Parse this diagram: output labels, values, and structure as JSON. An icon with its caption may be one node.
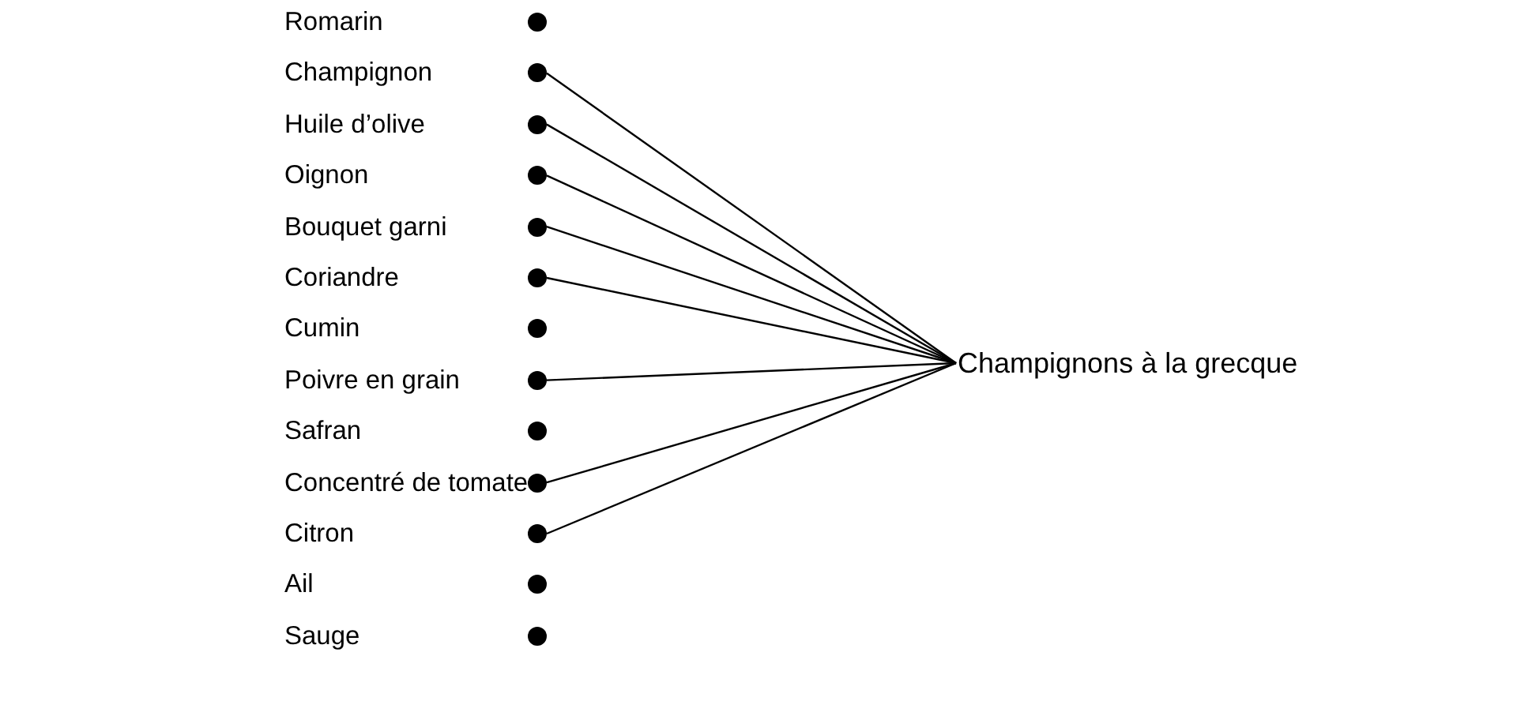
{
  "diagram": {
    "nodes": [
      {
        "text": [],
        "shape": "circle"
      },
      {
        "text": [],
        "shape": "circle"
      },
      {
        "text": [],
        "shape": "circle"
      },
      {
        "text": [],
        "shape": "circle"
      },
      {
        "text": [],
        "shape": "circle"
      },
      {
        "text": [],
        "shape": "circle"
      },
      {
        "text": [],
        "shape": "circle"
      },
      {
        "text": [],
        "shape": "circle"
      },
      {
        "text": [],
        "shape": "circle"
      },
      {
        "text": [],
        "shape": "circle"
      },
      {
        "text": [],
        "shape": "circle"
      },
      {
        "text": [],
        "shape": "circle"
      },
      {
        "text": [],
        "shape": "circle"
      },
      {
        "text": [
          "Champignons à la grecque"
        ]
      }
    ],
    "edges": [
      {
        "from": 1,
        "to": 13,
        "arrow": "none"
      },
      {
        "from": 2,
        "to": 13,
        "arrow": "none"
      },
      {
        "from": 3,
        "to": 13,
        "arrow": "none"
      },
      {
        "from": 4,
        "to": 13,
        "arrow": "none"
      },
      {
        "from": 5,
        "to": 13,
        "arrow": "none"
      },
      {
        "from": 7,
        "to": 13,
        "arrow": "none"
      },
      {
        "from": 9,
        "to": 13,
        "arrow": "none"
      },
      {
        "from": 10,
        "to": 13,
        "arrow": "none"
      }
    ],
    "labels": [
      "Romarin",
      "Champignon",
      "Huile d’olive",
      "Oignon",
      "Bouquet garni",
      "Coriandre",
      "Cumin",
      "Poivre en grain",
      "Safran",
      "Concentré de tomate",
      "Citron",
      "Ail",
      "Sauge"
    ]
  }
}
